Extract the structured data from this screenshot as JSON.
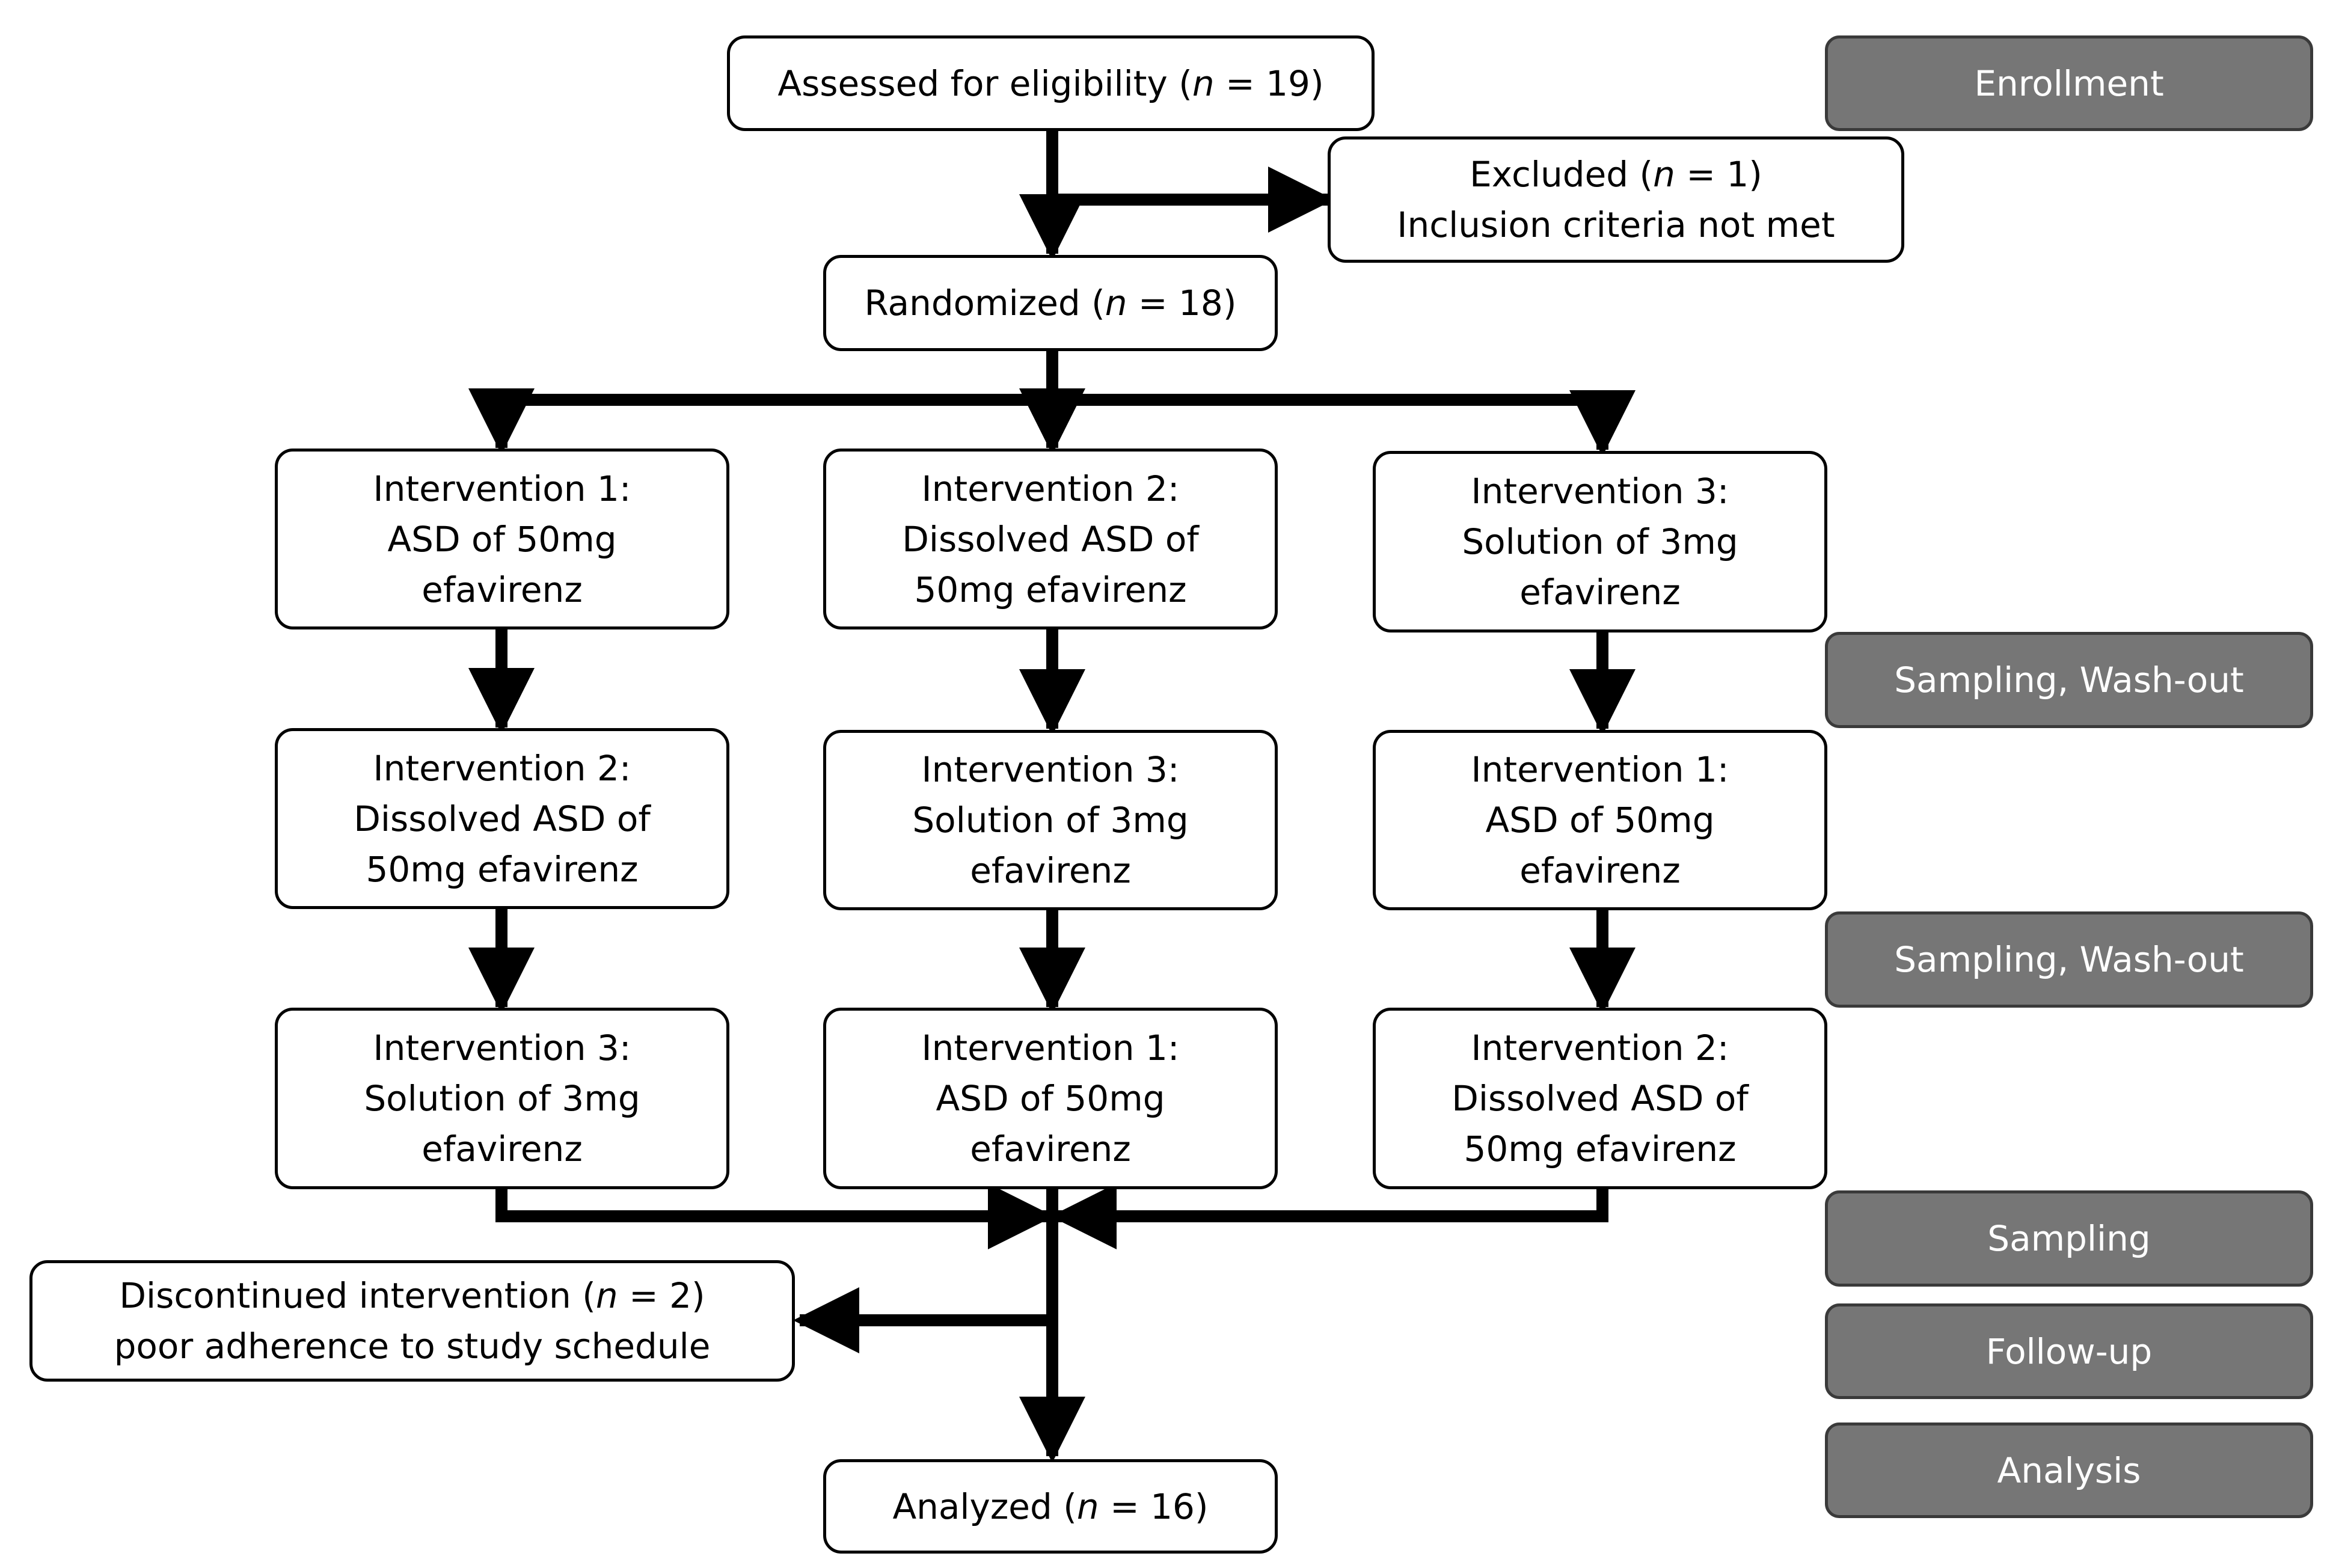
{
  "colors": {
    "stage_fill": "#767676",
    "stage_text": "#ffffff",
    "line": "#000000"
  },
  "boxes": {
    "assessed": {
      "pre": "Assessed for eligibility (",
      "n": "n",
      "post": " = 19)"
    },
    "excluded": {
      "pre": "Excluded (",
      "n": "n",
      "post": " = 1)",
      "line2": "Inclusion criteria not met"
    },
    "randomized": {
      "pre": "Randomized (",
      "n": "n",
      "post": " = 18)"
    },
    "discontinued": {
      "pre": "Discontinued intervention (",
      "n": "n",
      "post": " = 2)",
      "line2": "poor adherence to study schedule"
    },
    "analyzed": {
      "pre": "Analyzed (",
      "n": "n",
      "post": " = 16)"
    }
  },
  "interventions": [
    [
      "Intervention 1:",
      "ASD of 50mg",
      "efavirenz"
    ],
    [
      "Intervention 2:",
      "Dissolved ASD of",
      "50mg efavirenz"
    ],
    [
      "Intervention 3:",
      "Solution of 3mg",
      "efavirenz"
    ],
    [
      "Intervention 2:",
      "Dissolved ASD of",
      "50mg efavirenz"
    ],
    [
      "Intervention 3:",
      "Solution of 3mg",
      "efavirenz"
    ],
    [
      "Intervention 1:",
      "ASD of 50mg",
      "efavirenz"
    ],
    [
      "Intervention 3:",
      "Solution of 3mg",
      "efavirenz"
    ],
    [
      "Intervention 1:",
      "ASD of 50mg",
      "efavirenz"
    ],
    [
      "Intervention 2:",
      "Dissolved ASD of",
      "50mg efavirenz"
    ]
  ],
  "stages": [
    "Enrollment",
    "Sampling, Wash-out",
    "Sampling, Wash-out",
    "Sampling",
    "Follow-up",
    "Analysis"
  ]
}
